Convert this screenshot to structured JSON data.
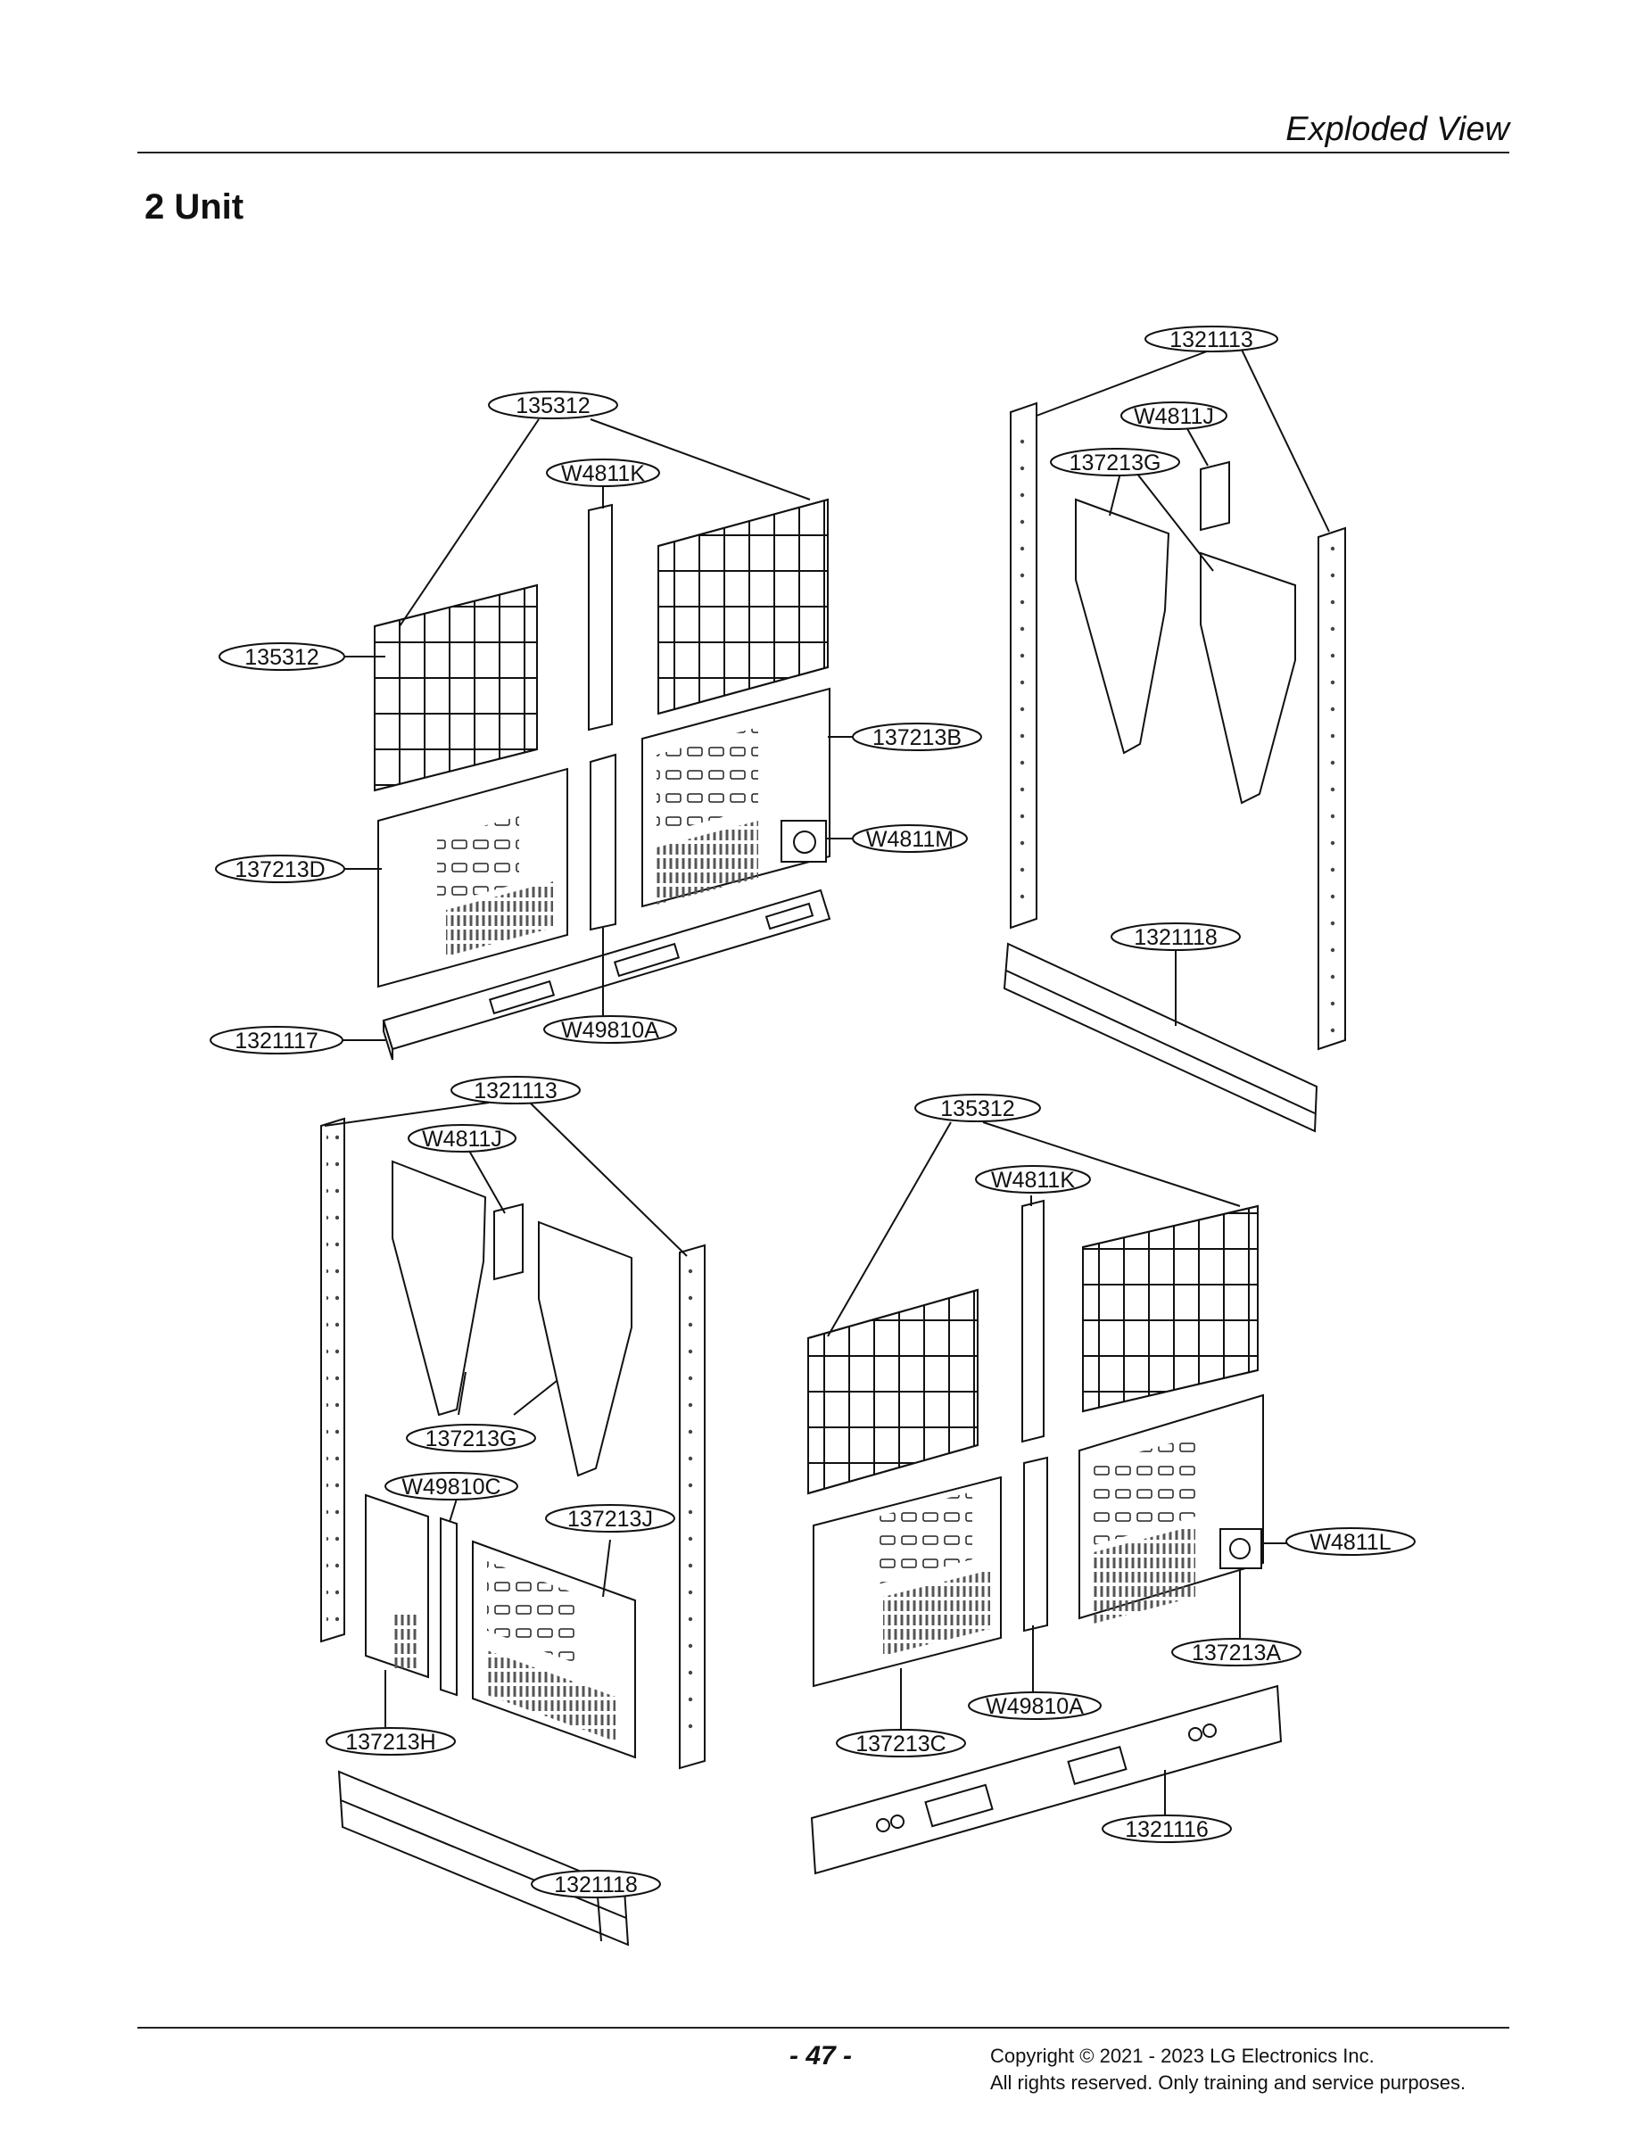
{
  "header": {
    "title": "Exploded View"
  },
  "section": {
    "title": "2 Unit"
  },
  "callouts": [
    "1321113",
    "135312",
    "W4811J",
    "W4811K",
    "137213G",
    "135312",
    "137213B",
    "W4811M",
    "137213D",
    "1321118",
    "1321117",
    "W49810A",
    "1321113",
    "135312",
    "W4811J",
    "W4811K",
    "137213G",
    "W49810C",
    "137213J",
    "W4811L",
    "137213A",
    "W49810A",
    "137213H",
    "137213C",
    "1321118",
    "1321116"
  ],
  "footer": {
    "page_number": "- 47 -",
    "copyright_line1": "Copyright © 2021 - 2023 LG Electronics Inc.",
    "copyright_line2": "All rights reserved. Only training and service purposes."
  }
}
